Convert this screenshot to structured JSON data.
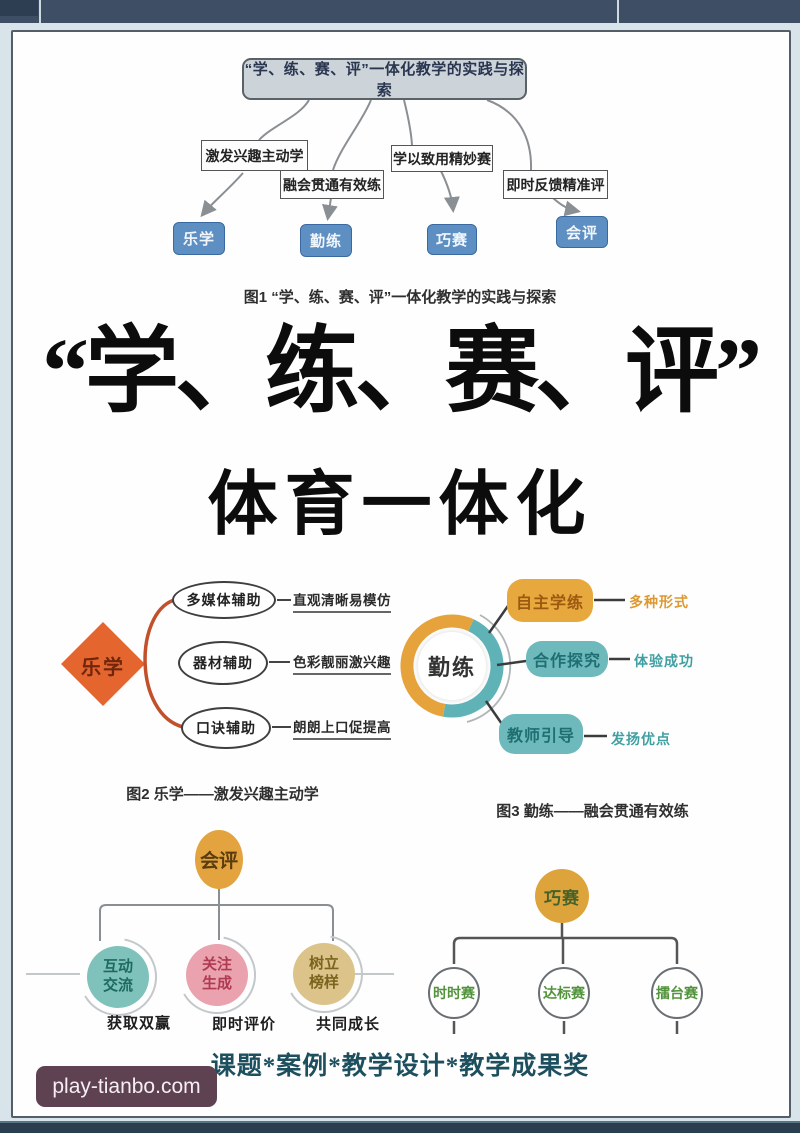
{
  "figure1": {
    "title": "“学、练、赛、评”一体化教学的实践与探索",
    "strategies": [
      "激发兴趣主动学",
      "融会贯通有效练",
      "学以致用精妙赛",
      "即时反馈精准评"
    ],
    "stages": [
      "乐学",
      "勤练",
      "巧赛",
      "会评"
    ],
    "caption": "图1  “学、练、赛、评”一体化教学的实践与探索"
  },
  "hero": {
    "line1": "“学、练、赛、评”",
    "line2": "体育一体化"
  },
  "figure2": {
    "root": "乐学",
    "branches": [
      {
        "node": "多媒体辅助",
        "outcome": "直观清晰易模仿"
      },
      {
        "node": "器材辅助",
        "outcome": "色彩靓丽激兴趣"
      },
      {
        "node": "口诀辅助",
        "outcome": "朗朗上口促提高"
      }
    ],
    "caption": "图2  乐学——激发兴趣主动学"
  },
  "figure3": {
    "root": "勤练",
    "branches": [
      {
        "node": "自主学练",
        "outcome": "多种形式"
      },
      {
        "node": "合作探究",
        "outcome": "体验成功"
      },
      {
        "node": "教师引导",
        "outcome": "发扬优点"
      }
    ],
    "caption": "图3  勤练——融会贯通有效练"
  },
  "figure4": {
    "root": "会评",
    "branches": [
      {
        "node": "互动交流",
        "outcome": "获取双赢"
      },
      {
        "node": "关注生成",
        "outcome": "即时评价"
      },
      {
        "node": "树立榜样",
        "outcome": "共同成长"
      }
    ]
  },
  "figure5": {
    "root": "巧赛",
    "items": [
      "时时赛",
      "达标赛",
      "擂台赛"
    ]
  },
  "footer": {
    "caption": "课题*案例*教学设计*教学成果奖"
  },
  "watermark": {
    "text": "play-tianbo.com"
  },
  "colors": {
    "stage_blue": "#5d8fc3",
    "diamond_orange": "#e5652e",
    "ring_gold": "#e6a33c",
    "ring_teal": "#5fb3b6",
    "circle_orange": "#e3a43f",
    "circle_teal": "#7fc2bb",
    "circle_pink": "#e9a2ae",
    "circle_tan": "#dbc389",
    "contest_green": "#52933c",
    "top_bar": "#3e4e64",
    "footer_text": "#1d4f5e",
    "watermark_bg": "#5e4252"
  }
}
